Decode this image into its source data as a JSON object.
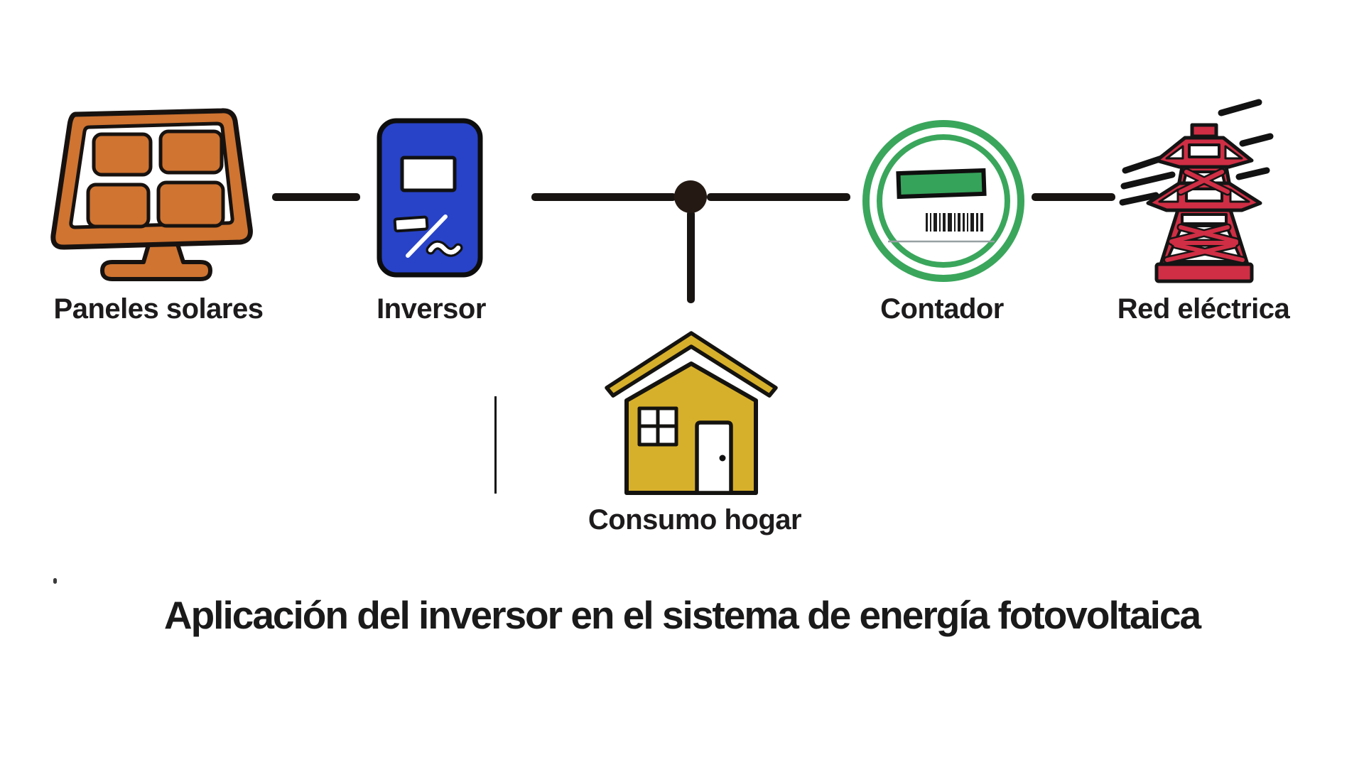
{
  "title": "Aplicación del inversor en el sistema de energía fotovoltaica",
  "labels": {
    "solar_panels": "Paneles solares",
    "inverter": "Inversor",
    "meter": "Contador",
    "grid": "Red eléctrica",
    "home": "Consumo hogar"
  },
  "diagram": {
    "type": "flow",
    "nodes": [
      "solar_panels",
      "inverter",
      "junction",
      "meter",
      "grid",
      "home"
    ],
    "connections": [
      "solar_panels -> inverter",
      "inverter -> junction",
      "junction -> home",
      "junction -> meter",
      "meter -> grid"
    ]
  },
  "colors": {
    "panel_orange": "#cf7431",
    "inverter_blue": "#2843c7",
    "meter_green": "#3aa65c",
    "meter_display_green": "#36a35b",
    "house_yellow": "#d7b02b",
    "tower_red": "#cf2e44",
    "line_black": "#171412",
    "text_black": "#1d1b1b"
  }
}
